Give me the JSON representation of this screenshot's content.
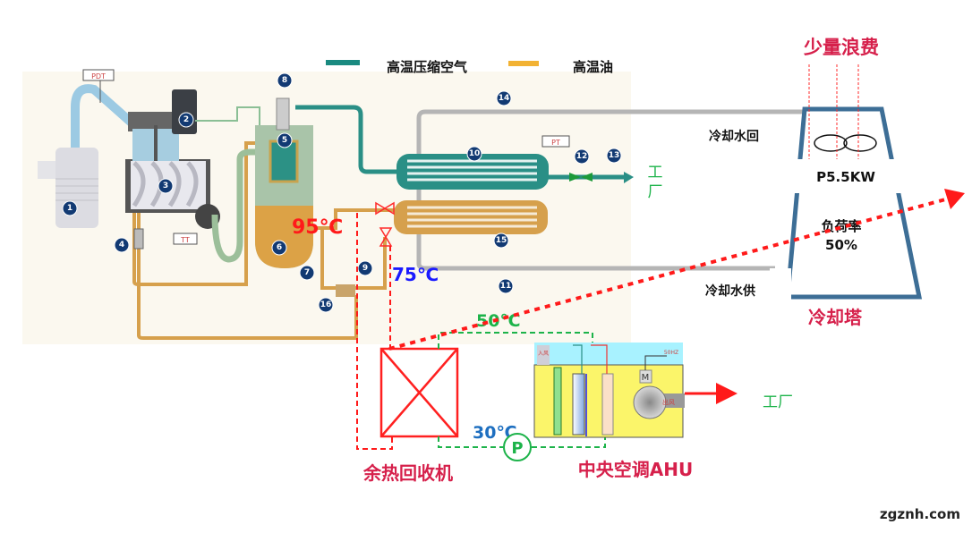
{
  "legend": [
    {
      "label": "高温压缩空气",
      "color": "#1a8a80"
    },
    {
      "label": "高温油",
      "color": "#f2b233"
    }
  ],
  "colors": {
    "air": "#2a8f86",
    "oil": "#d6a04c",
    "cooling_water": "#b5b5b5",
    "tower": "#3d6e96",
    "highlight_red": "#d6204b",
    "hot_red": "#ff1a1a",
    "green": "#1db34a",
    "blue": "#1a1aff"
  },
  "compressor": {
    "tags": {
      "pdt": "PDT",
      "tt": "TT",
      "pt": "PT"
    },
    "component_numbers": [
      "1",
      "2",
      "3",
      "4",
      "5",
      "6",
      "7",
      "8",
      "9",
      "10",
      "11",
      "12",
      "13",
      "14",
      "15",
      "16"
    ],
    "factory_vertical": [
      "工",
      "厂"
    ]
  },
  "temperatures": {
    "t95": "95℃",
    "t75": "75℃",
    "t50": "50℃",
    "t30": "30℃"
  },
  "cooling_tower": {
    "title": "冷却塔",
    "waste_label": "少量浪费",
    "return_label": "冷却水回",
    "supply_label": "冷却水供",
    "power": "P5.5KW",
    "load_label": "负荷率",
    "load_value": "50%"
  },
  "heat_recovery": {
    "title": "余热回收机",
    "pump_label": "P"
  },
  "ahu": {
    "title": "中央空调AHU",
    "inlet": "入风",
    "outlet": "出风",
    "freq": "50HZ",
    "motor": "M",
    "factory": "工厂"
  },
  "watermark": "zgznh.com"
}
